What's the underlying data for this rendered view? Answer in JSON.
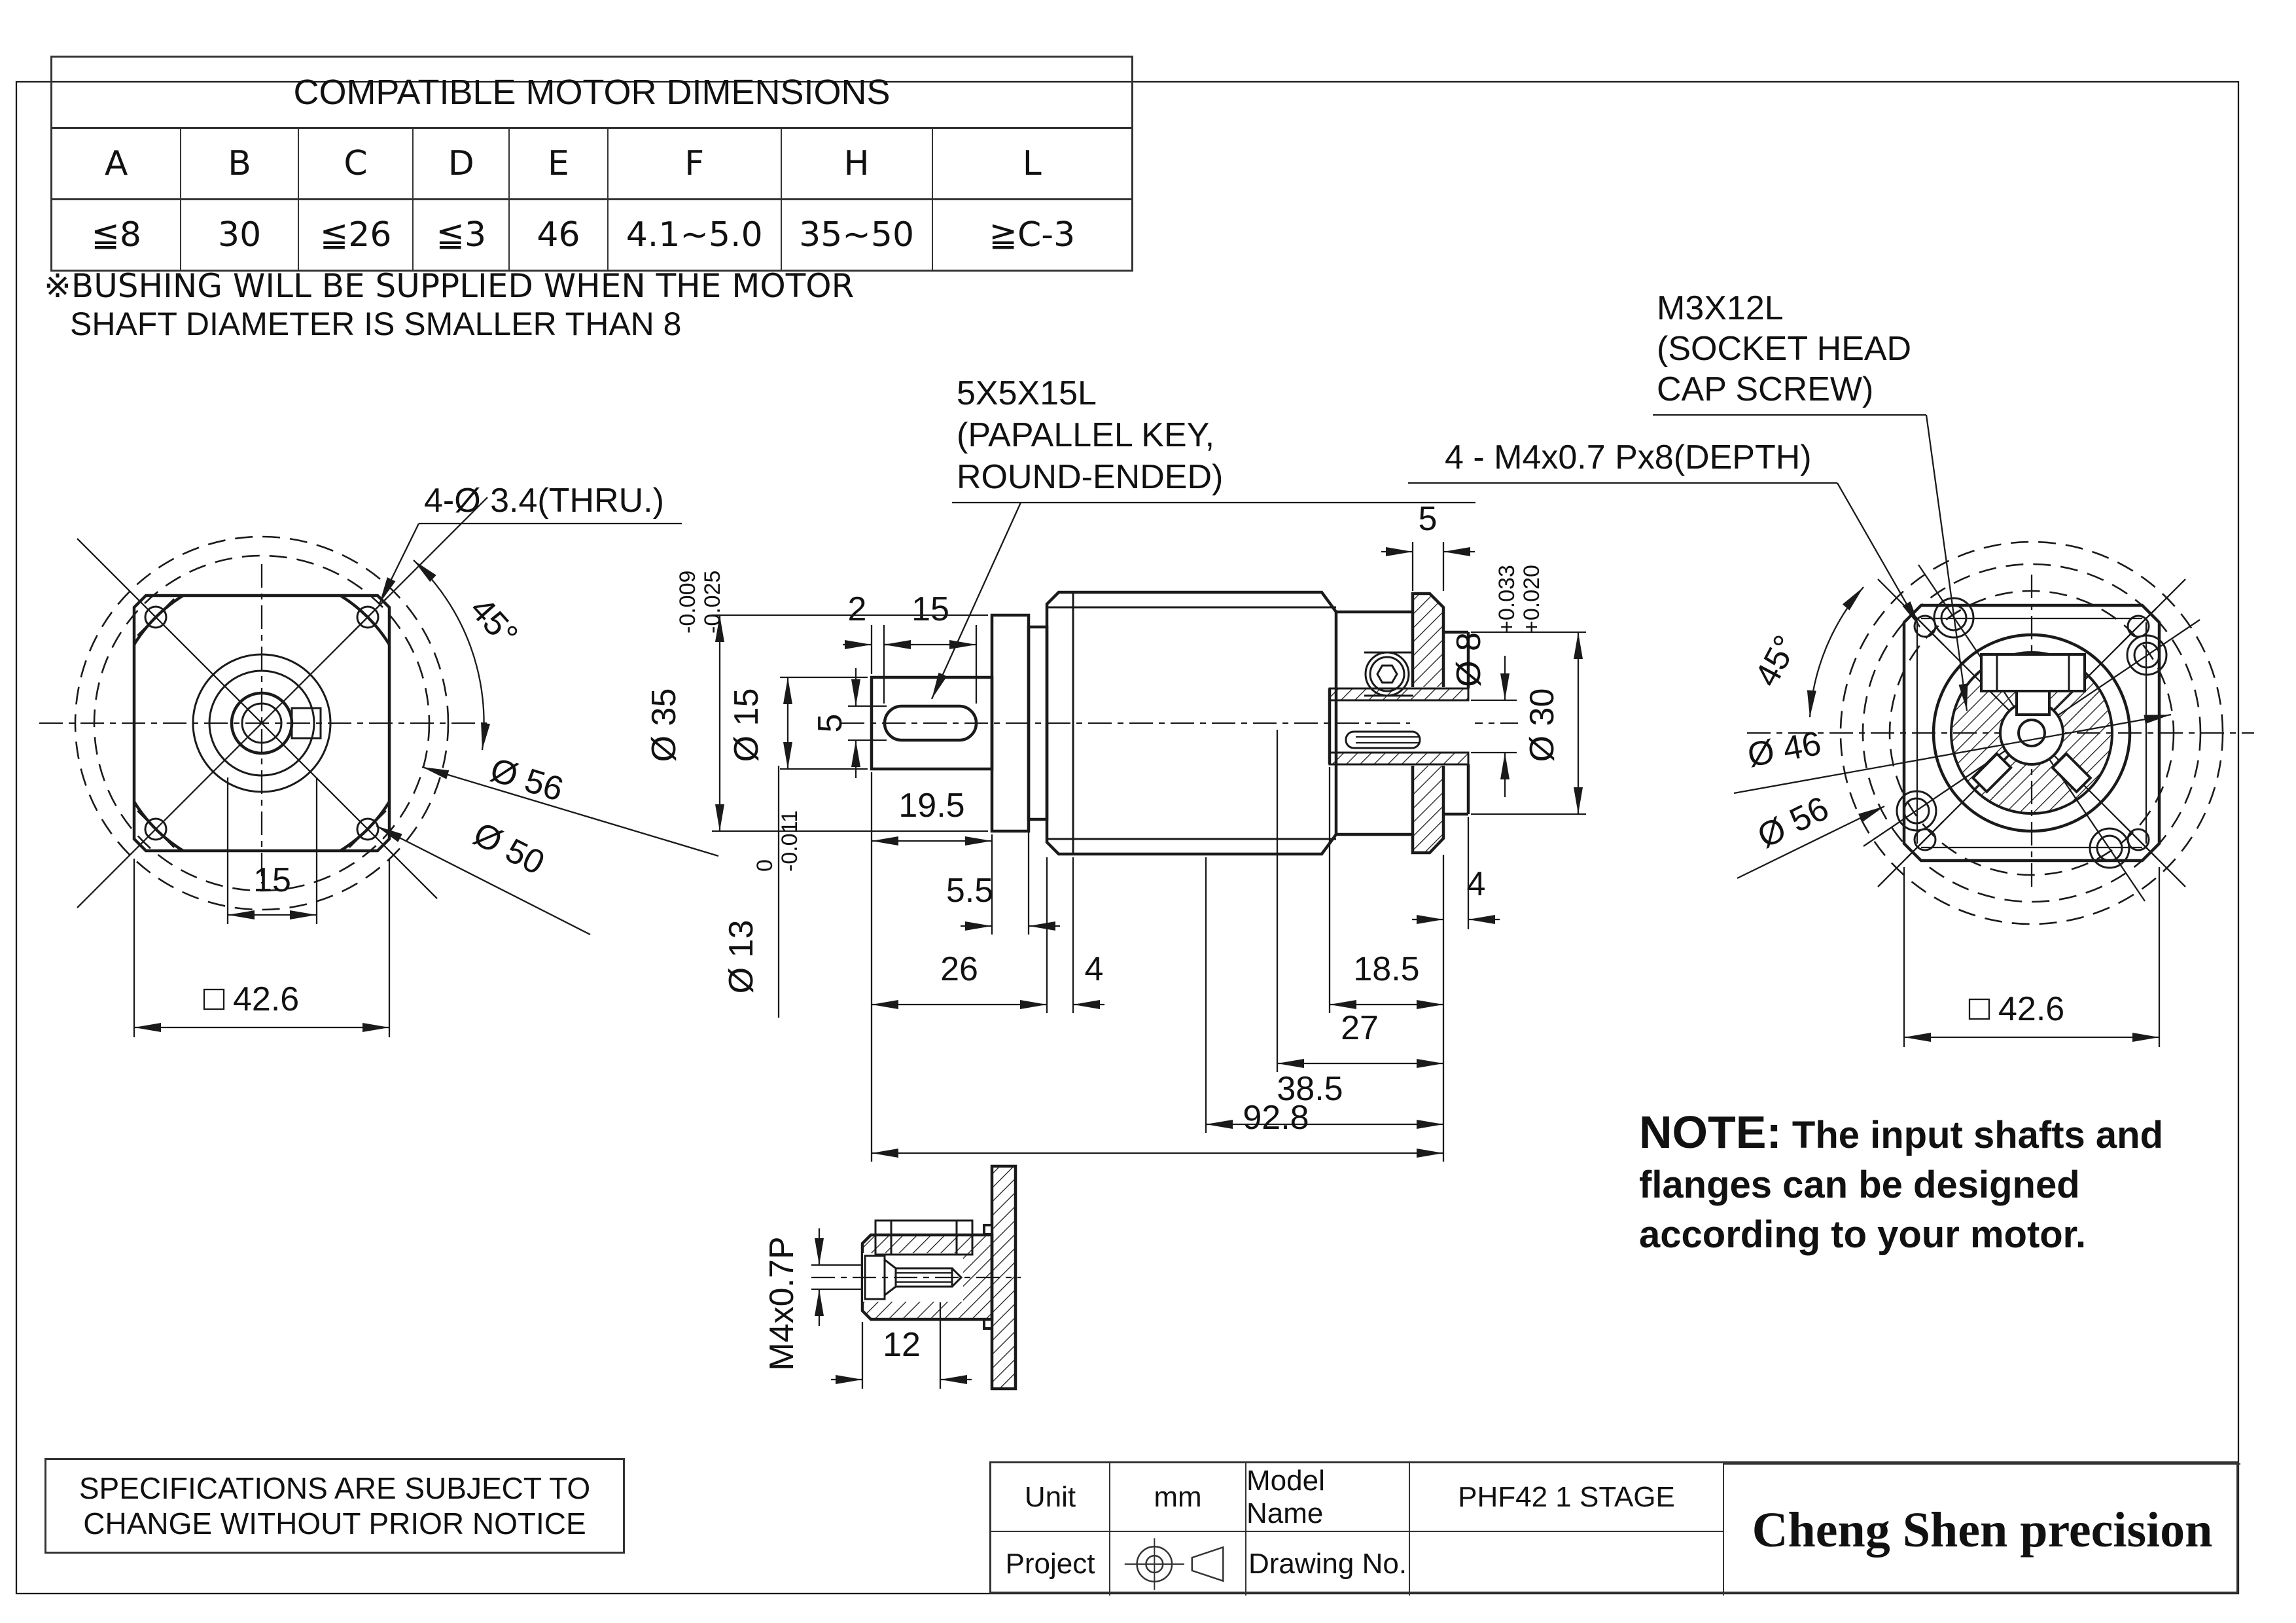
{
  "table": {
    "title": "COMPATIBLE MOTOR DIMENSIONS",
    "headers": [
      "A",
      "B",
      "C",
      "D",
      "E",
      "F",
      "H",
      "L"
    ],
    "values": [
      "≦8",
      "30",
      "≦26",
      "≦3",
      "46",
      "4.1~5.0",
      "35~50",
      "≧C-3"
    ]
  },
  "notes": {
    "bushing_l1": "※BUSHING WILL BE SUPPLIED WHEN THE MOTOR",
    "bushing_l2": "SHAFT DIAMETER IS SMALLER THAN 8",
    "spec_l1": "SPECIFICATIONS ARE SUBJECT  TO",
    "spec_l2": "CHANGE WITHOUT PRIOR NOTICE",
    "note_title": "NOTE:",
    "note_l1": "The input shafts and",
    "note_l2": "flanges can be designed",
    "note_l3": "according to your motor."
  },
  "front": {
    "callout_holes": "4-Ø 3.4(THRU.)",
    "angle": "45°",
    "dia56": "Ø 56",
    "dia50": "Ø 50",
    "dim_15": "15",
    "dim_square": "42.6"
  },
  "side": {
    "key_callout_1": "5X5X15L",
    "key_callout_2": "(PAPALLEL KEY,",
    "key_callout_3": "ROUND-ENDED)",
    "screw_callout_1": "M3X12L",
    "screw_callout_2": "(SOCKET HEAD",
    "screw_callout_3": "CAP SCREW)",
    "tap_callout": "4 - M4x0.7 Px8(DEPTH)",
    "dim_2": "2",
    "dim_15": "15",
    "dim_5_key": "5",
    "dim_19_5": "19.5",
    "dim_5_5": "5.5",
    "dim_26": "26",
    "dim_4_front": "4",
    "dim_18_5": "18.5",
    "dim_4_rear": "4",
    "dim_27": "27",
    "dim_38_5": "38.5",
    "dim_92_8": "92.8",
    "dim_5_flange": "5",
    "dia35": "Ø 35",
    "dia35_tol_u": "-0.009",
    "dia35_tol_l": "-0.025",
    "dia15": "Ø 15",
    "dia13": "Ø 13",
    "dia13_tol_u": "0",
    "dia13_tol_l": "-0.011",
    "dia8": "Ø 8",
    "dia30": "Ø 30",
    "dia30_tol_u": "+0.033",
    "dia30_tol_l": "+0.020"
  },
  "rear": {
    "angle": "45°",
    "dia46": "Ø 46",
    "dia56": "Ø 56",
    "dim_square": "42.6"
  },
  "detail": {
    "thread": "M4x0.7P",
    "dim_12": "12"
  },
  "titleblock": {
    "unit_label": "Unit",
    "unit_value": "mm",
    "model_label": "Model Name",
    "model_value": "PHF42 1 STAGE",
    "project_label": "Project",
    "drawing_label": "Drawing No.",
    "company": "Cheng Shen precision"
  }
}
